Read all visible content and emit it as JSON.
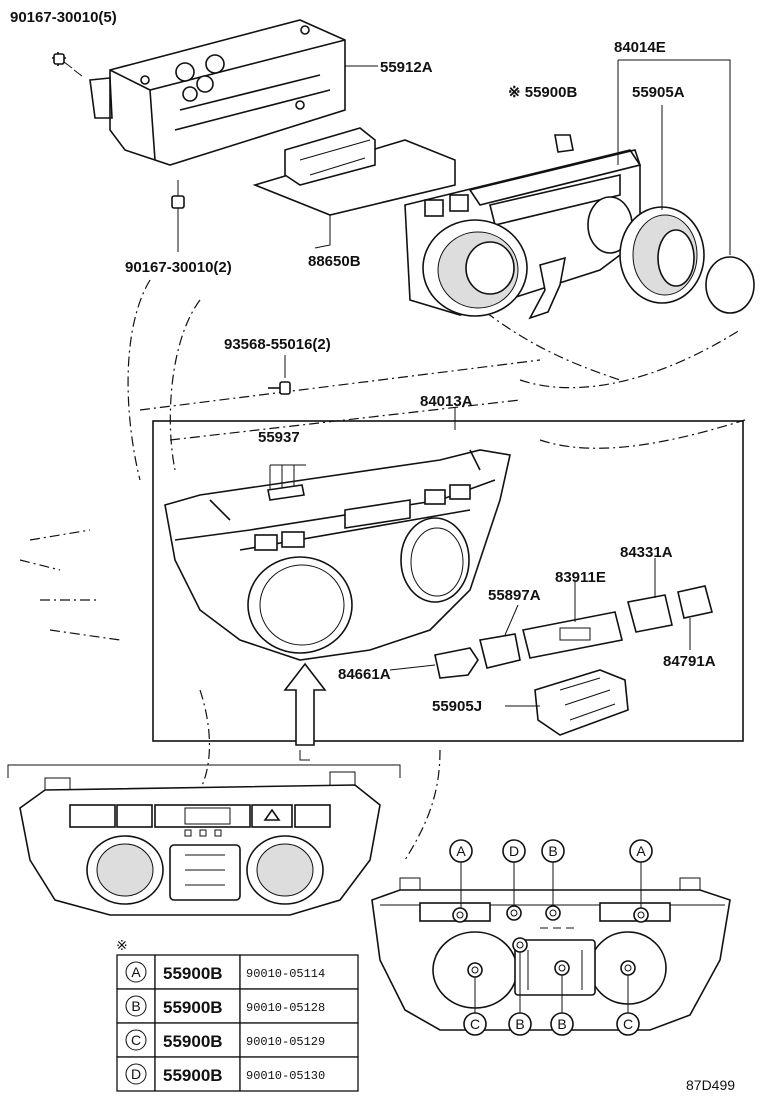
{
  "labels": {
    "screw_top": "90167-30010(5)",
    "bracket": "55912A",
    "assy_main": "84014E",
    "ref_clip": "※ 55900B",
    "knob": "55905A",
    "screw_bottom": "90167-30010(2)",
    "board": "88650B",
    "screw_mid": "93568-55016(2)",
    "panel_assy": "84013A",
    "clips": "55937",
    "switch_right": "84331A",
    "display": "83911E",
    "button_a": "55897A",
    "switch_far_right": "84791A",
    "switch_left": "84661A",
    "button_block": "55905J",
    "figure_code": "87D499"
  },
  "callouts_top": [
    "A",
    "D",
    "B",
    "A"
  ],
  "callouts_bottom": [
    "C",
    "B",
    "B",
    "C"
  ],
  "table": {
    "mark": "※",
    "rows": [
      {
        "letter": "A",
        "part": "55900B",
        "number": "90010-05114"
      },
      {
        "letter": "B",
        "part": "55900B",
        "number": "90010-05128"
      },
      {
        "letter": "C",
        "part": "55900B",
        "number": "90010-05129"
      },
      {
        "letter": "D",
        "part": "55900B",
        "number": "90010-05130"
      }
    ]
  }
}
